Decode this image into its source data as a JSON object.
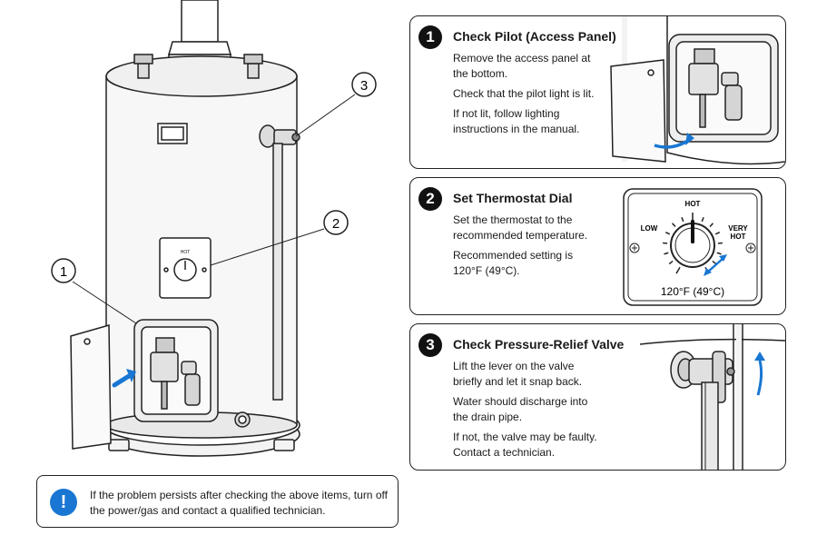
{
  "callouts": [
    "1",
    "2",
    "3"
  ],
  "heater": {
    "dial_label": "HOT"
  },
  "steps": [
    {
      "number": "1",
      "title": "Check Pilot (Access Panel)",
      "lines": [
        "Remove the access panel at the bottom.",
        "Check that the pilot light is lit.",
        "If not lit, follow lighting instructions in the manual."
      ]
    },
    {
      "number": "2",
      "title": "Set Thermostat Dial",
      "lines": [
        "Set the thermostat to the recommended temperature.",
        "Recommended setting is 120°F (49°C)."
      ]
    },
    {
      "number": "3",
      "title": "Check Pressure-Relief Valve",
      "lines": [
        "Lift the lever on the valve briefly and let it snap back.",
        "Water should discharge into the drain pipe.",
        "If not, the valve may be faulty. Contact a technician."
      ]
    }
  ],
  "thermostat": {
    "low": "LOW",
    "hot": "HOT",
    "very_hot_1": "VERY",
    "very_hot_2": "HOT",
    "setting": "120°F (49°C)"
  },
  "note": {
    "icon": "!",
    "text": "If the problem persists after checking the above items, turn off the power/gas and contact a qualified technician."
  },
  "colors": {
    "accent": "#1976d2",
    "line": "#222222"
  }
}
